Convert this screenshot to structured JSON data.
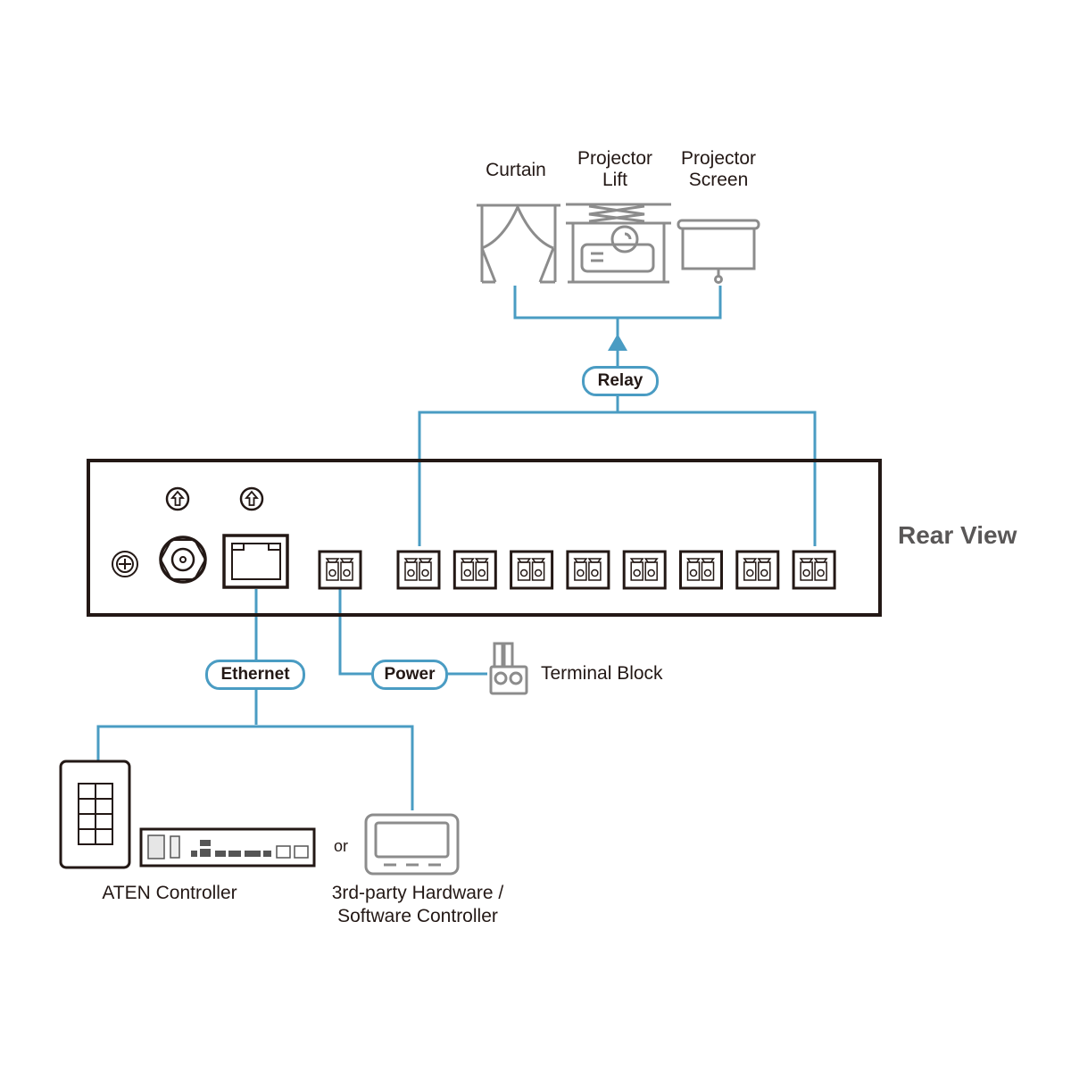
{
  "diagram": {
    "title_label": "Rear View",
    "colors": {
      "connector": "#4a9cc3",
      "device_outline": "#231815",
      "peripheral_icon": "#8c8c8c",
      "label_text": "#231815",
      "rear_view_text": "#595757"
    },
    "peripherals": [
      {
        "label": "Curtain",
        "icon": "curtain-icon"
      },
      {
        "label": "Projector\nLift",
        "line1": "Projector",
        "line2": "Lift",
        "icon": "projector-lift-icon"
      },
      {
        "label": "Projector\nScreen",
        "line1": "Projector",
        "line2": "Screen",
        "icon": "projector-screen-icon"
      }
    ],
    "connections": {
      "relay": "Relay",
      "ethernet": "Ethernet",
      "power": "Power"
    },
    "terminal_block": {
      "label": "Terminal Block",
      "icon": "terminal-block-icon"
    },
    "rear_panel": {
      "ports": [
        "ground-screw",
        "power-jack",
        "ethernet-port",
        "power-terminal",
        "relay-1",
        "relay-2",
        "relay-3",
        "relay-4",
        "relay-5",
        "relay-6",
        "relay-7",
        "relay-8"
      ],
      "relay_count": 8
    },
    "controllers": {
      "aten": {
        "label": "ATEN Controller"
      },
      "or_label": "or",
      "third_party": {
        "line1": "3rd-party Hardware /",
        "line2": "Software Controller"
      }
    }
  }
}
